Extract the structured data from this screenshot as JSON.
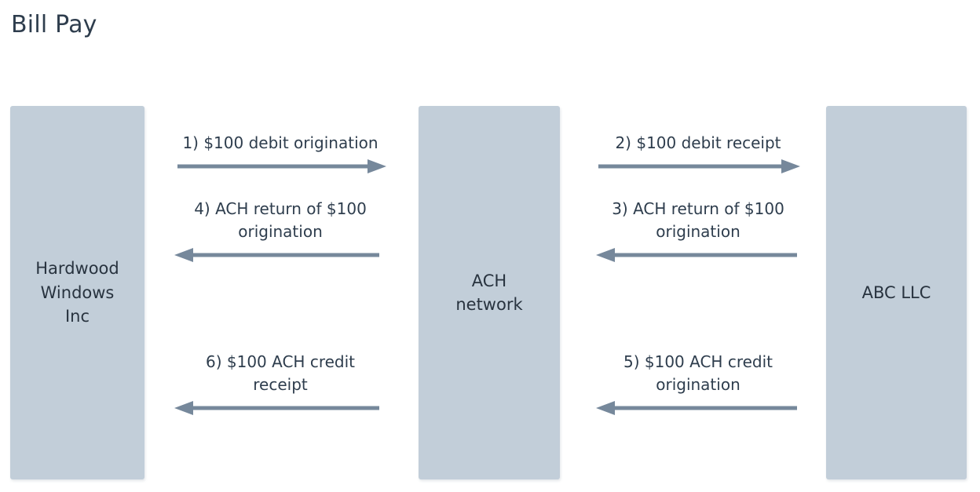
{
  "page": {
    "title": "Bill Pay",
    "background_color": "#ffffff",
    "text_color": "#2e3d4d",
    "actor_fill_color": "#c2ced9",
    "arrow_color": "#76889b"
  },
  "actors": [
    {
      "id": "left",
      "label": "Hardwood\nWindows\nInc"
    },
    {
      "id": "middle",
      "label": "ACH\nnetwork"
    },
    {
      "id": "right",
      "label": "ABC LLC"
    }
  ],
  "flows": [
    {
      "step": "1",
      "label": "1) $100 debit origination",
      "direction": "right",
      "from": "Hardwood Windows Inc",
      "to": "ACH network"
    },
    {
      "step": "4",
      "label": "4) ACH return of $100\norigination",
      "direction": "left",
      "from": "ACH network",
      "to": "Hardwood Windows Inc"
    },
    {
      "step": "6",
      "label": "6) $100 ACH credit\nreceipt",
      "direction": "left",
      "from": "ACH network",
      "to": "Hardwood Windows Inc"
    },
    {
      "step": "2",
      "label": "2) $100 debit receipt",
      "direction": "right",
      "from": "ACH network",
      "to": "ABC LLC"
    },
    {
      "step": "3",
      "label": "3) ACH return of $100\norigination",
      "direction": "left",
      "from": "ABC LLC",
      "to": "ACH network"
    },
    {
      "step": "5",
      "label": "5) $100 ACH credit\norigination",
      "direction": "left",
      "from": "ABC LLC",
      "to": "ACH network"
    }
  ],
  "chart_data": {
    "type": "diagram",
    "title": "Bill Pay",
    "nodes": [
      "Hardwood Windows Inc",
      "ACH network",
      "ABC LLC"
    ],
    "edges": [
      {
        "order": 1,
        "source": "Hardwood Windows Inc",
        "target": "ACH network",
        "label": "1) $100 debit origination",
        "amount": 100,
        "currency": "USD"
      },
      {
        "order": 2,
        "source": "ACH network",
        "target": "ABC LLC",
        "label": "2) $100 debit receipt",
        "amount": 100,
        "currency": "USD"
      },
      {
        "order": 3,
        "source": "ABC LLC",
        "target": "ACH network",
        "label": "3) ACH return of $100 origination",
        "amount": 100,
        "currency": "USD"
      },
      {
        "order": 4,
        "source": "ACH network",
        "target": "Hardwood Windows Inc",
        "label": "4) ACH return of $100 origination",
        "amount": 100,
        "currency": "USD"
      },
      {
        "order": 5,
        "source": "ABC LLC",
        "target": "ACH network",
        "label": "5) $100 ACH credit origination",
        "amount": 100,
        "currency": "USD"
      },
      {
        "order": 6,
        "source": "ACH network",
        "target": "Hardwood Windows Inc",
        "label": "6) $100 ACH credit receipt",
        "amount": 100,
        "currency": "USD"
      }
    ]
  }
}
